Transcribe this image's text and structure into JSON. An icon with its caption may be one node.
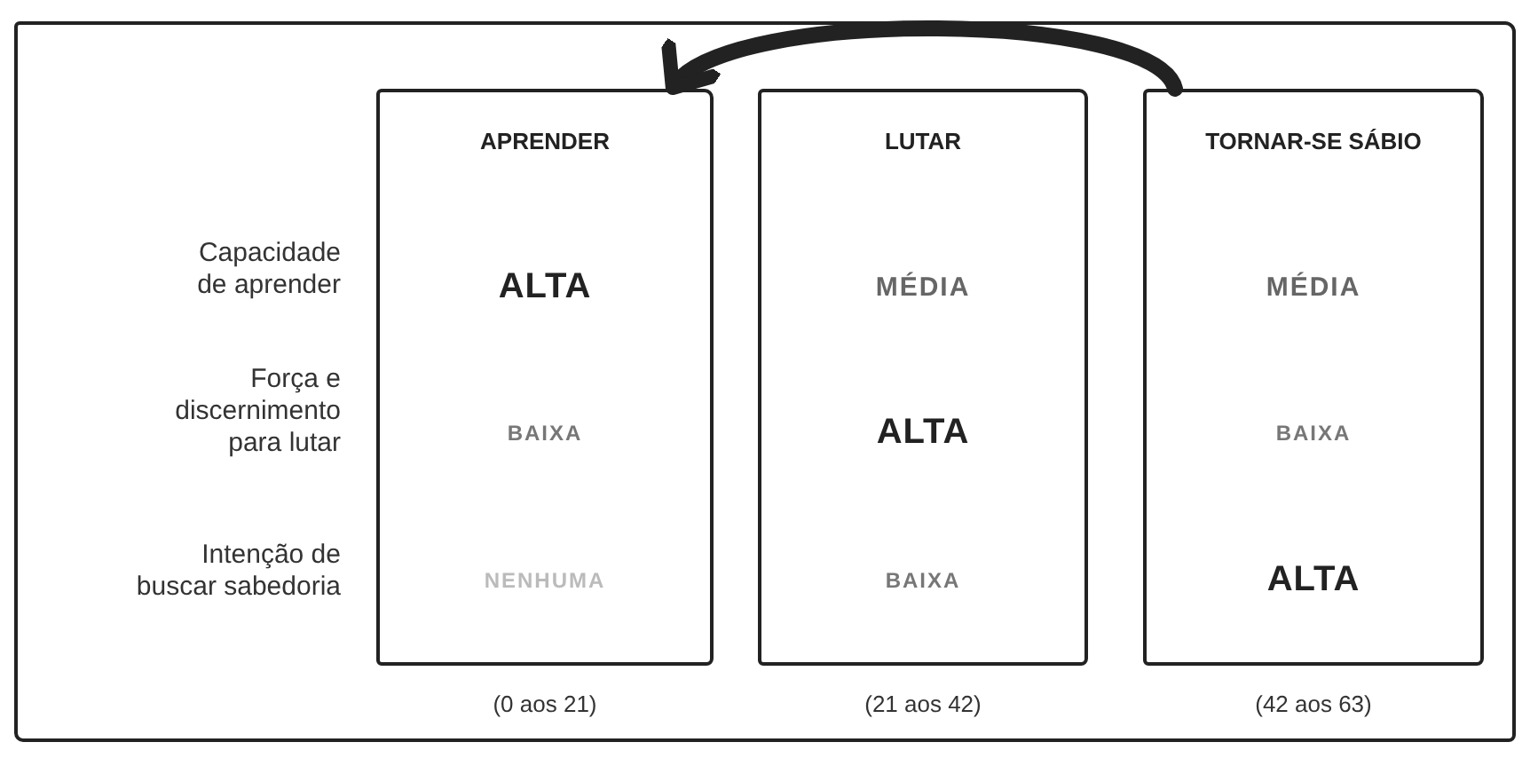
{
  "diagram": {
    "nodes": [
      {
        "text": [],
        "shape": "box"
      },
      {
        "text": [
          "APRENDER",
          "ALTA",
          "BAIXA",
          "NENHUMA"
        ],
        "beside": [
          "(0 aos 21)"
        ],
        "in": 0
      },
      {
        "text": [
          "LUTAR",
          "MÉDIA",
          "ALTA",
          "BAIXA"
        ],
        "beside": [
          "(21 aos 42)"
        ],
        "in": 0
      },
      {
        "text": [
          "TORNAR-SE SÁBIO",
          "MÉDIA",
          "BAIXA",
          "ALTA"
        ],
        "beside": [
          "(42 aos 63)"
        ],
        "in": 0
      }
    ],
    "edges": [
      {
        "from": 3,
        "to": 1,
        "arrow": "to"
      }
    ],
    "labels": [
      "Capacidade de aprender",
      "Força e discernimento para lutar",
      "Intenção de buscar sabedoria"
    ]
  }
}
